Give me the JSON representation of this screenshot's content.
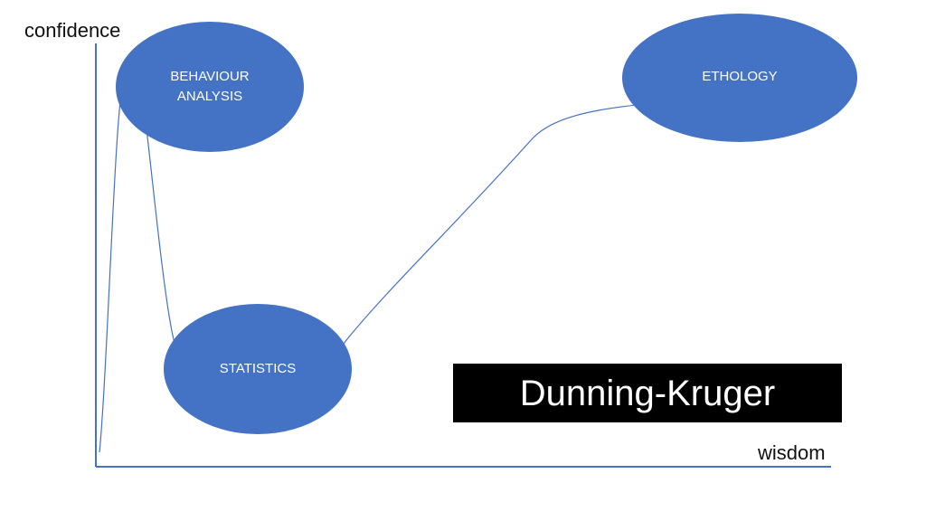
{
  "axes": {
    "y_label": "confidence",
    "x_label": "wisdom"
  },
  "bubbles": [
    {
      "label": "BEHAVIOUR\nANALYSIS"
    },
    {
      "label": "STATISTICS"
    },
    {
      "label": "ETHOLOGY"
    }
  ],
  "title": "Dunning-Kruger",
  "colors": {
    "bubble_fill": "#4472C4",
    "curve": "#4472C4",
    "axis": "#4472C4",
    "text": "#111111",
    "title_bg": "#000000",
    "title_text": "#FFFFFF"
  }
}
